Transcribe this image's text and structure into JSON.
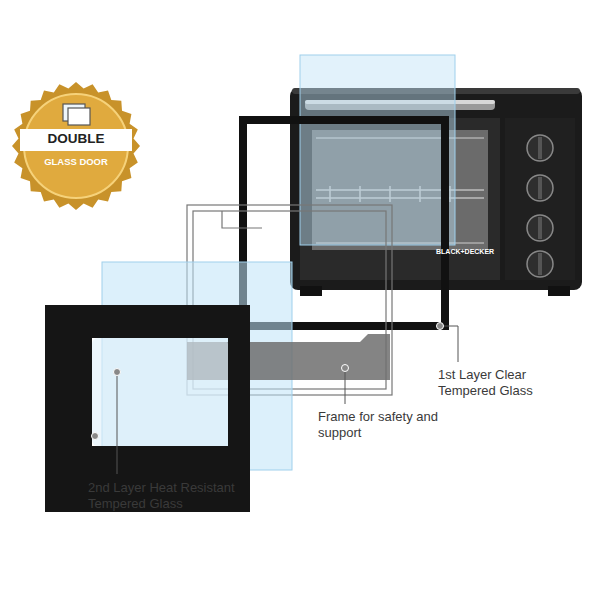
{
  "diagram": {
    "nodes": [
      {
        "text": [
          "DOUBLE",
          "GLASS DOOR"
        ]
      }
    ],
    "labels": [
      "BLACK+DECKER",
      "1st Layer Clear Tempered Glass",
      "Frame for safety and support",
      "2nd Layer Heat Resistant Tempered Glass"
    ]
  }
}
